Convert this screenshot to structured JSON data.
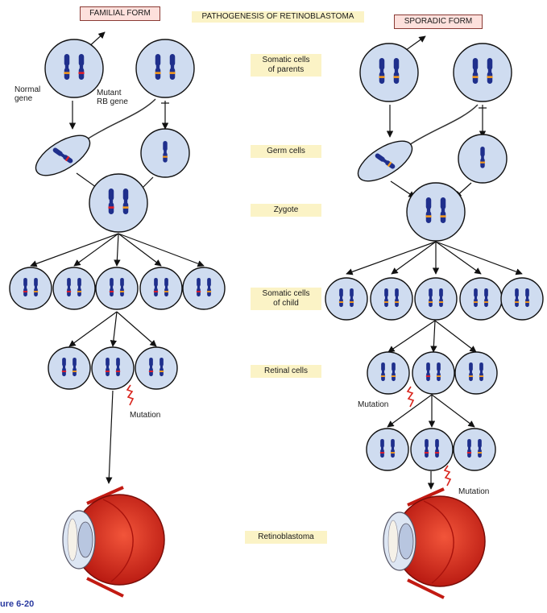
{
  "title": "PATHOGENESIS OF RETINOBLASTOMA",
  "forms": {
    "familial": "FAMILIAL FORM",
    "sporadic": "SPORADIC FORM"
  },
  "stages": {
    "somatic_parents": "Somatic cells\nof parents",
    "germ": "Germ cells",
    "zygote": "Zygote",
    "somatic_child": "Somatic cells\nof child",
    "retinal": "Retinal cells",
    "retinoblastoma": "Retinoblastoma"
  },
  "annotations": {
    "normal_gene": "Normal\ngene",
    "mutant_gene": "Mutant\nRB gene",
    "mutation": "Mutation"
  },
  "figure_label": "ure 6-20",
  "colors": {
    "cell_fill": "#cfdcf0",
    "chromosome": "#1f2f8c",
    "normal_band": "#f39a1e",
    "mutant_band": "#e0202a",
    "stage_bg": "#fbf3c6",
    "form_bg": "#fde0dc",
    "eye_red": "#d9241c"
  }
}
